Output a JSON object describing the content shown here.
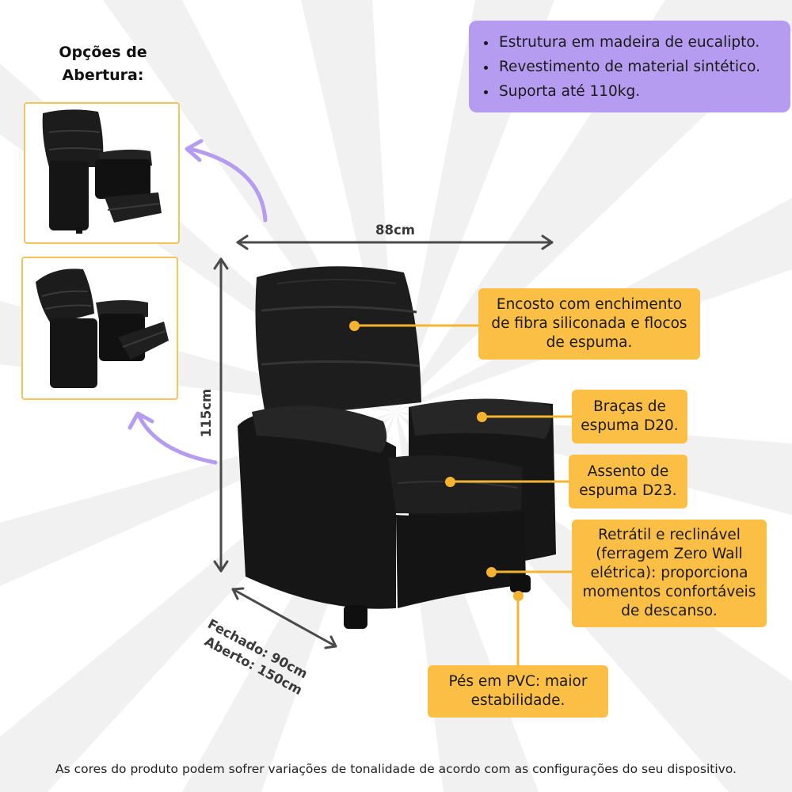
{
  "options": {
    "title": "Opções de Abertura:"
  },
  "features": [
    "Estrutura em madeira de eucalipto.",
    "Revestimento de material sintético.",
    "Suporta até 110kg."
  ],
  "dimensions": {
    "width": "88cm",
    "height": "115cm",
    "depth_closed": "Fechado: 90cm",
    "depth_open": "Aberto: 150cm"
  },
  "callouts": {
    "backrest": "Encosto com enchimento de fibra siliconada e flocos de espuma.",
    "arms": "Braças de espuma D20.",
    "seat": "Assento de espuma D23.",
    "mechanism": "Retrátil e reclinável (ferragem Zero Wall elétrica): proporciona momentos confortáveis de descanso.",
    "feet": "Pés em PVC: maior estabilidade."
  },
  "footer": "As cores do produto podem sofrer variações de tonalidade de acordo com as configurações do seu dispositivo.",
  "colors": {
    "accent_yellow": "#fbbf46",
    "accent_purple": "#b69cf0",
    "upholstery": "#1c1c1c"
  }
}
